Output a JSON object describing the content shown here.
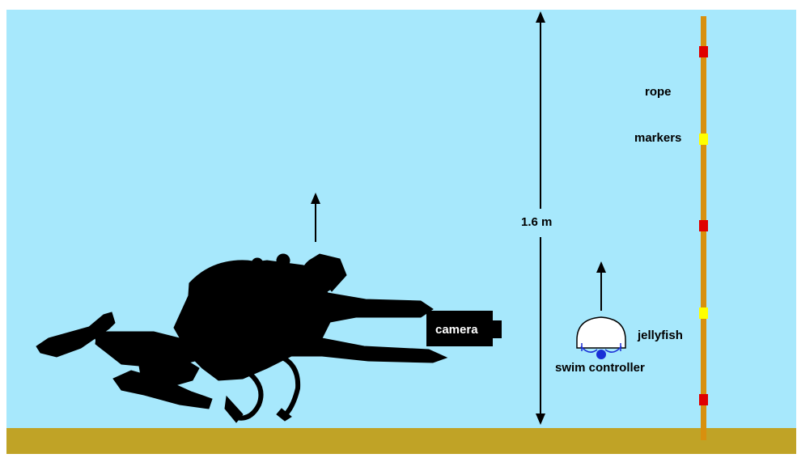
{
  "labels": {
    "rope": "rope",
    "markers": "markers",
    "height": "1.6 m",
    "camera": "camera",
    "jellyfish": "jellyfish",
    "swim_controller": "swim controller"
  },
  "colors": {
    "water": "#a7e8fc",
    "seabed": "#c0a326",
    "rope": "#d8900e",
    "marker_red": "#e00000",
    "marker_yellow": "#ffff00",
    "silhouette": "#000000",
    "jellyfish_body": "#ffffff",
    "controller": "#1a2fd6"
  },
  "icons": {
    "diver": "scuba-diver-silhouette",
    "camera": "underwater-camera",
    "jellyfish": "robotic-jellyfish",
    "arrow": "up-arrow"
  }
}
